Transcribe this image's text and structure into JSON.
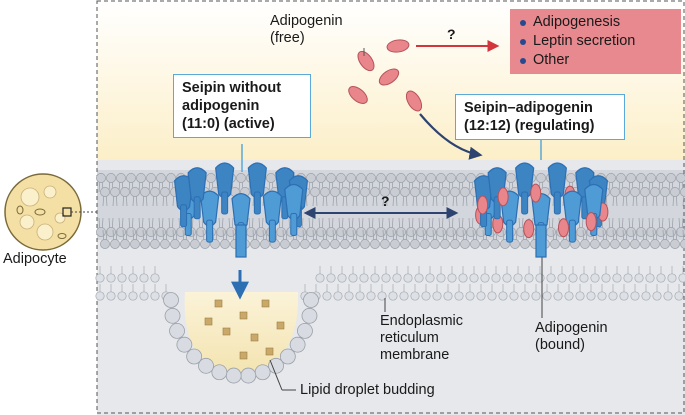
{
  "labels": {
    "adipogenin_free": [
      "Adipogenin",
      "(free)"
    ],
    "seipin_without": [
      "Seipin without",
      "adipogenin",
      "(11:0) (active)"
    ],
    "seipin_complex": [
      "Seipin–adipogenin",
      "(12:12) (regulating)"
    ],
    "adipocyte": "Adipocyte",
    "er_membrane": [
      "Endoplasmic",
      "reticulum",
      "membrane"
    ],
    "adipogenin_bound": [
      "Adipogenin",
      "(bound)"
    ],
    "lipid_droplet": "Lipid droplet budding",
    "question_top": "?",
    "question_middle": "?"
  },
  "effects": [
    "Adipogenesis",
    "Leptin secretion",
    "Other"
  ],
  "colors": {
    "cytosol_top": "#fbefc9",
    "membrane_band": "#d3d7dd",
    "lipid_head": "#c9ccd2",
    "seipin_blue": "#4f9bd6",
    "seipin_dark": "#2c6fb3",
    "adipogenin_pink": "#e8868c",
    "effects_box": "#e7898e",
    "arrow_navy": "#2e4470",
    "arrow_red": "#d2363c",
    "box_border": "#5aa9d8",
    "droplet": "#f7ecc4"
  }
}
